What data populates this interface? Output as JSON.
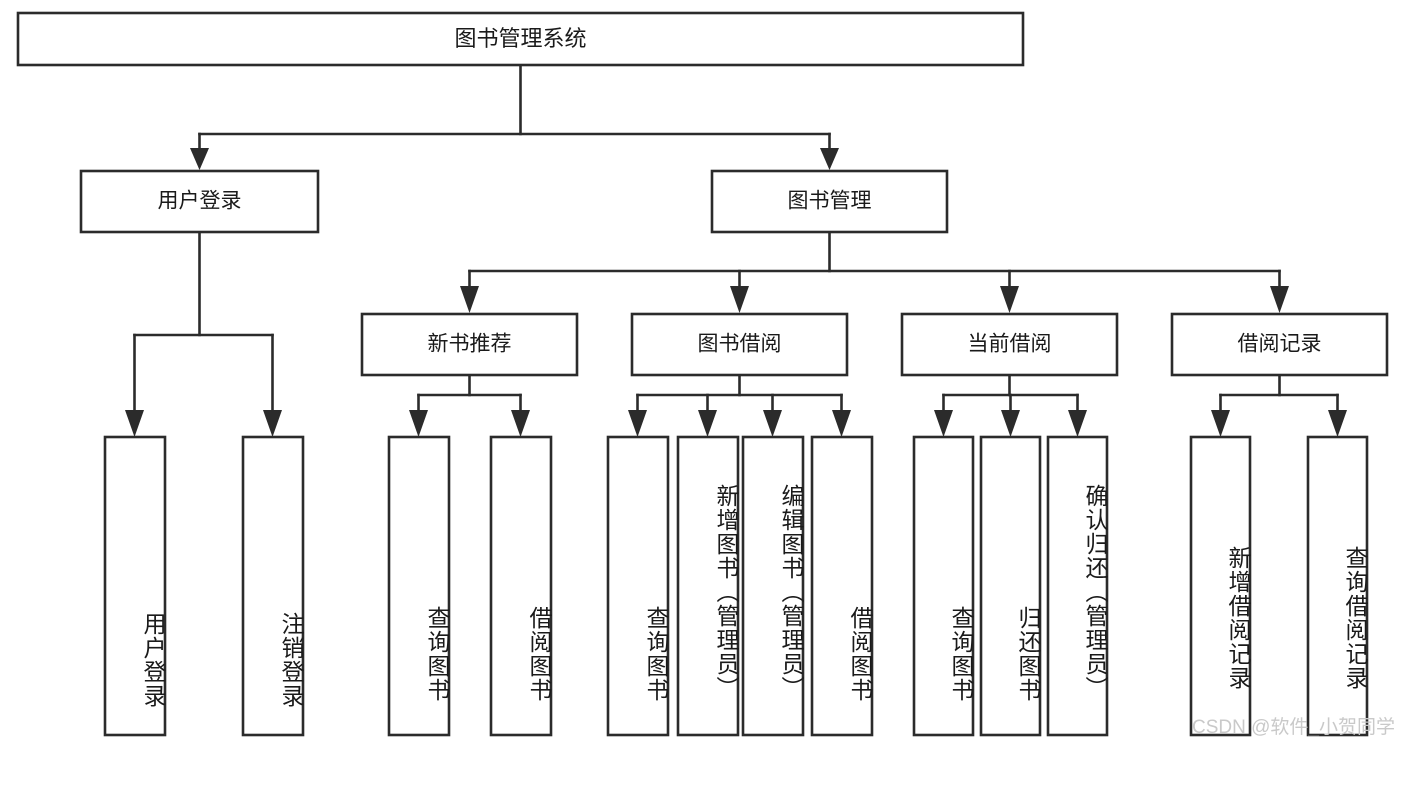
{
  "diagram": {
    "title": "图书管理系统",
    "type": "tree-hierarchy-chart",
    "root": {
      "id": "root",
      "label": "图书管理系统"
    },
    "level2": [
      {
        "id": "user-login",
        "label": "用户登录"
      },
      {
        "id": "book-management",
        "label": "图书管理"
      }
    ],
    "level3": [
      {
        "id": "new-book-recommend",
        "label": "新书推荐",
        "parent": "book-management"
      },
      {
        "id": "book-borrow",
        "label": "图书借阅",
        "parent": "book-management"
      },
      {
        "id": "current-borrow",
        "label": "当前借阅",
        "parent": "book-management"
      },
      {
        "id": "borrow-record",
        "label": "借阅记录",
        "parent": "book-management"
      }
    ],
    "leaves": [
      {
        "id": "leaf-user-login",
        "label": "用户登录",
        "parent": "user-login"
      },
      {
        "id": "leaf-logout-login",
        "label": "注销登录",
        "parent": "user-login"
      },
      {
        "id": "leaf-query-book-1",
        "label": "查询图书",
        "parent": "new-book-recommend"
      },
      {
        "id": "leaf-borrow-book-1",
        "label": "借阅图书",
        "parent": "new-book-recommend"
      },
      {
        "id": "leaf-query-book-2",
        "label": "查询图书",
        "parent": "book-borrow"
      },
      {
        "id": "leaf-add-book",
        "label": "新增图书（管理员）",
        "parent": "book-borrow"
      },
      {
        "id": "leaf-edit-book",
        "label": "编辑图书（管理员）",
        "parent": "book-borrow"
      },
      {
        "id": "leaf-borrow-book-2",
        "label": "借阅图书",
        "parent": "book-borrow"
      },
      {
        "id": "leaf-query-book-3",
        "label": "查询图书",
        "parent": "current-borrow"
      },
      {
        "id": "leaf-return-book",
        "label": "归还图书",
        "parent": "current-borrow"
      },
      {
        "id": "leaf-confirm-return",
        "label": "确认归还（管理员）",
        "parent": "current-borrow"
      },
      {
        "id": "leaf-add-borrow-record",
        "label": "新增借阅记录",
        "parent": "borrow-record"
      },
      {
        "id": "leaf-query-borrow-record",
        "label": "查询借阅记录",
        "parent": "borrow-record"
      }
    ],
    "colors": {
      "box_stroke": "#2b2b2b",
      "box_fill": "#ffffff",
      "text": "#1a1a1a",
      "background": "#ffffff",
      "watermark": "#c9c9c9"
    }
  },
  "watermark": {
    "text": "CSDN @软件_小贺同学"
  }
}
